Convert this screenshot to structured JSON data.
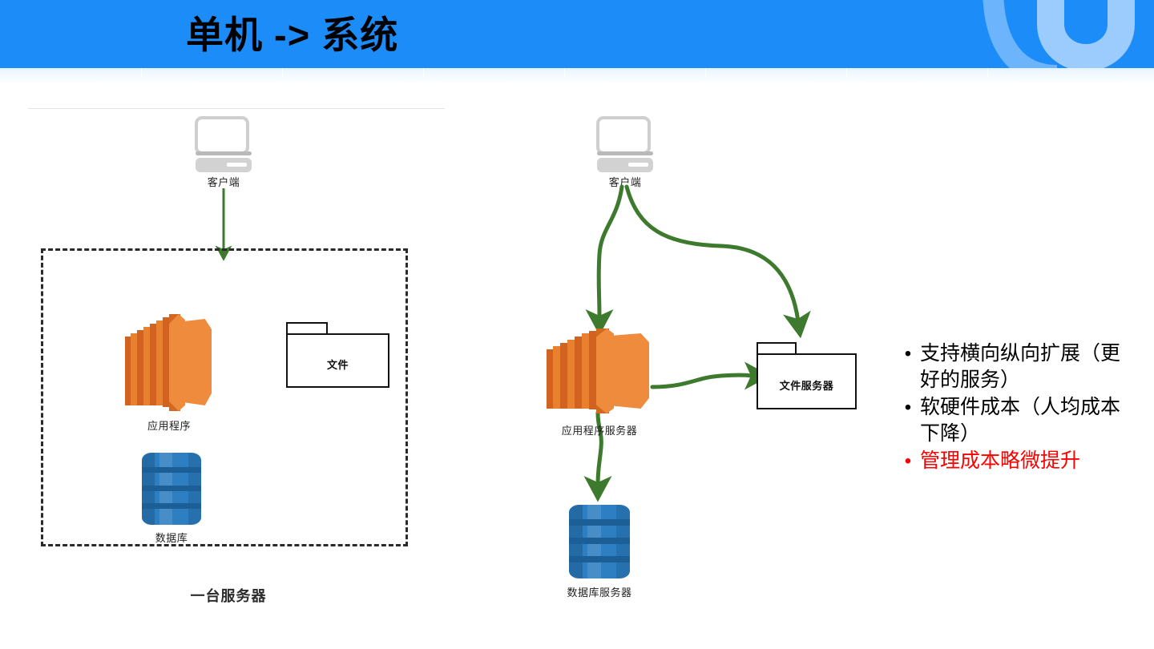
{
  "header": {
    "title": "单机 -> 系统",
    "banner_color": "#1b8cf8",
    "title_color": "#000000",
    "logo_name": "ucloud-u-logo"
  },
  "left_diagram": {
    "caption": "一台服务器",
    "client": {
      "label": "客户端"
    },
    "app": {
      "label": "应用程序"
    },
    "file": {
      "label": "文件"
    },
    "database": {
      "label": "数据库"
    }
  },
  "right_diagram": {
    "client": {
      "label": "客户端"
    },
    "app_server": {
      "label": "应用程序服务器"
    },
    "file_server": {
      "label": "文件服务器"
    },
    "db_server": {
      "label": "数据库服务器"
    }
  },
  "bullets": [
    {
      "text": "支持横向纵向扩展（更好的服务）",
      "color": "#000000",
      "marker": "•"
    },
    {
      "text": "软硬件成本（人均成本下降）",
      "color": "#000000",
      "marker": "•"
    },
    {
      "text": "管理成本略微提升",
      "color": "#ff0000",
      "marker": "•"
    }
  ],
  "colors": {
    "arrow_green": "#3d7a2e",
    "app_orange": "#ef8b3d",
    "db_blue": "#2e7fc1",
    "accent_red": "#ff0000"
  }
}
